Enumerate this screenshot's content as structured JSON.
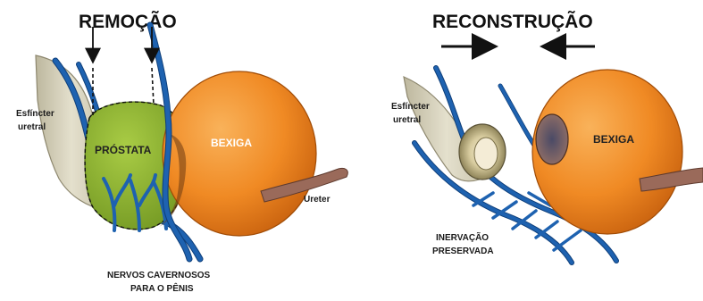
{
  "titles": {
    "removal": "REMOÇÃO",
    "reconstruction": "RECONSTRUÇÃO"
  },
  "labels": {
    "sphincter_left_line1": "Esfíncter",
    "sphincter_left_line2": "uretral",
    "prostate": "PRÓSTATA",
    "bladder_left": "BEXIGA",
    "ureter": "Ureter",
    "nerves_line1": "NERVOS CAVERNOSOS",
    "nerves_line2": "PARA O PÊNIS",
    "sphincter_right_line1": "Esfíncter",
    "sphincter_right_line2": "uretral",
    "bladder_right": "BEXIGA",
    "innervation_line1": "INERVAÇÃO",
    "innervation_line2": "PRESERVADA"
  },
  "colors": {
    "bladder": "#f08a24",
    "bladder_shade": "#c9620d",
    "prostate": "#8fb82f",
    "prostate_shade": "#6f9420",
    "urethra": "#d6d2bf",
    "nerve": "#1e62b0",
    "ureter": "#9a6a5a"
  }
}
